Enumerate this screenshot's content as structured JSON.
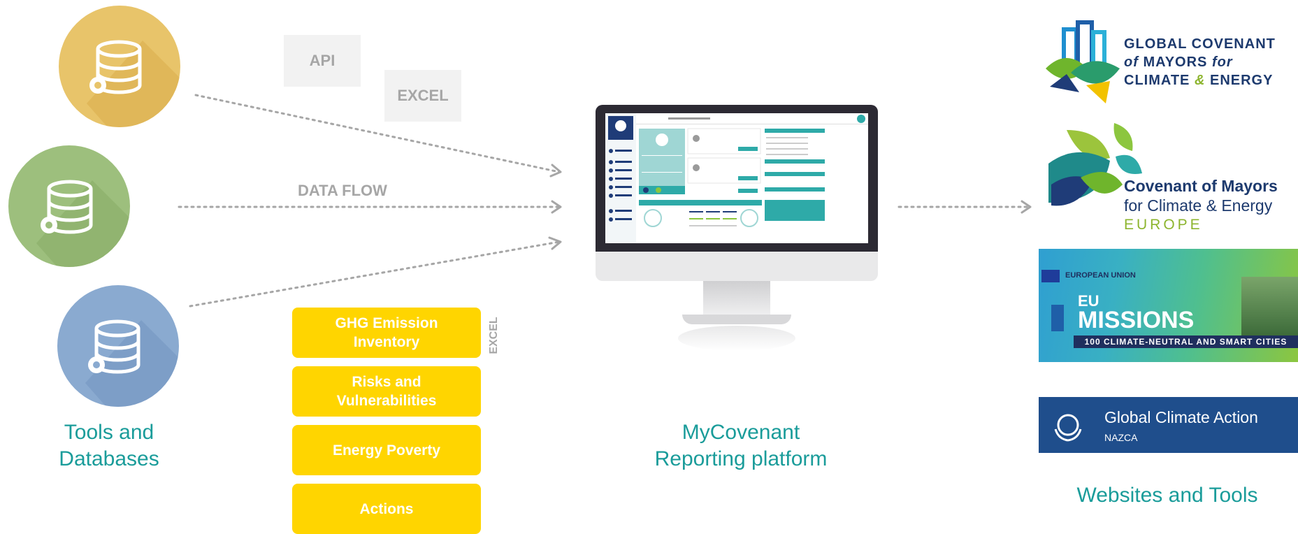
{
  "left": {
    "caption_line1": "Tools and",
    "caption_line2": "Databases"
  },
  "flow": {
    "api_label": "API",
    "excel_label": "EXCEL",
    "data_flow_label": "DATA FLOW",
    "excel_vertical": "EXCEL"
  },
  "modules": [
    {
      "line1": "GHG Emission",
      "line2": "Inventory"
    },
    {
      "line1": "Risks and",
      "line2": "Vulnerabilities"
    },
    {
      "line1": "Energy Poverty",
      "line2": ""
    },
    {
      "line1": "Actions",
      "line2": ""
    }
  ],
  "center": {
    "caption_line1": "MyCovenant",
    "caption_line2": "Reporting platform"
  },
  "right": {
    "gcom_line1": "GLOBAL COVENANT",
    "gcom_line2_a": "of",
    "gcom_line2_b": "MAYORS",
    "gcom_line2_c": "for",
    "gcom_line3_a": "CLIMATE",
    "gcom_line3_b": "&",
    "gcom_line3_c": "ENERGY",
    "com_line1": "Covenant of Mayors",
    "com_line2": "for Climate & Energy",
    "com_line3": "EUROPE",
    "eu_union": "EUROPEAN UNION",
    "eu_title1": "EU",
    "eu_title2": "MISSIONS",
    "eu_sub": "100 CLIMATE-NEUTRAL AND SMART CITIES",
    "gca_title": "Global Climate Action",
    "gca_sub": "NAZCA",
    "caption": "Websites and Tools"
  },
  "colors": {
    "db_yellow": "#e8c46a",
    "db_green": "#9dbf7d",
    "db_blue": "#8aaad0",
    "teal": "#1a9c9a",
    "module_yellow": "#ffd500",
    "arrow_grey": "#a6a6a6"
  }
}
